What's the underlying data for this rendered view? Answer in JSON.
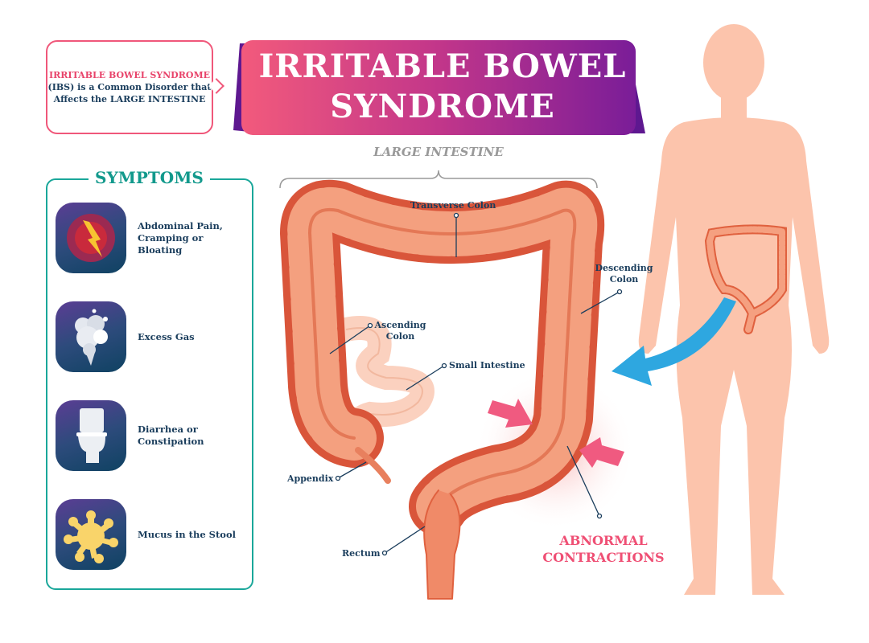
{
  "callout": {
    "title": "IRRITABLE BOWEL SYNDROME",
    "body": "(IBS) is a Common Disorder that Affects the LARGE INTESTINE"
  },
  "banner": {
    "line1": "IRRITABLE BOWEL",
    "line2": "SYNDROME"
  },
  "diagram": {
    "heading": "LARGE INTESTINE",
    "labels": {
      "transverse": "Transverse Colon",
      "descending": "Descending Colon",
      "ascending": "Ascending Colon",
      "small": "Small Intestine",
      "appendix": "Appendix",
      "rectum": "Rectum"
    },
    "abnormal": "ABNORMAL CONTRACTIONS"
  },
  "symptoms": {
    "title": "SYMPTOMS",
    "items": [
      {
        "label": "Abdominal Pain, Cramping or Bloating",
        "icon": "lightning-pain-icon"
      },
      {
        "label": "Excess Gas",
        "icon": "gas-cloud-icon"
      },
      {
        "label": "Diarrhea or Constipation",
        "icon": "toilet-icon"
      },
      {
        "label": "Mucus in the Stool",
        "icon": "mucus-splat-icon"
      }
    ]
  },
  "colors": {
    "pink": "#f0577a",
    "teal": "#1aa79a",
    "navy": "#1a3d5c",
    "purple": "#6a1b9a",
    "intestine": "#e0613f",
    "body": "#fcc4ac",
    "arrow": "#2ea7e0"
  }
}
